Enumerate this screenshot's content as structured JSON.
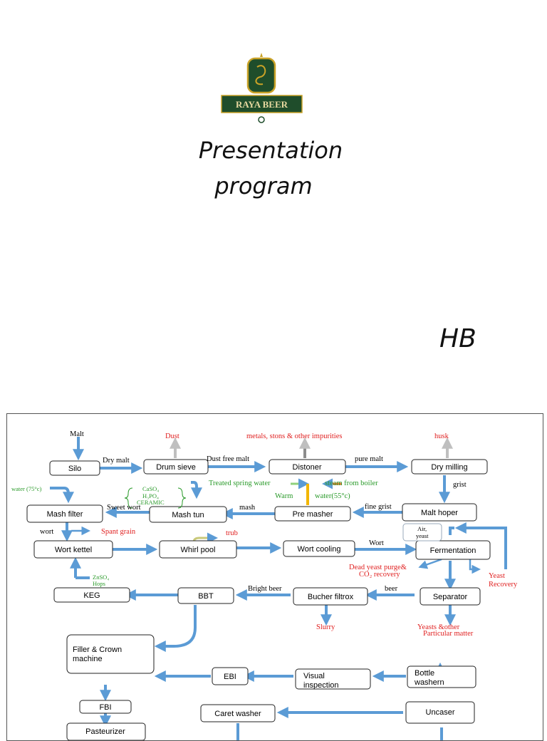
{
  "slide": {
    "logo_text": "RAYA BEER",
    "title_line1": "Presentation",
    "title_line2": "program",
    "author": "HB"
  },
  "colors": {
    "arrow": "#5b9bd5",
    "grey_arrow": "#bfbfbf",
    "red_text": "#e02020",
    "green_text": "#2a9a2a",
    "logo_green": "#1f4d2b",
    "logo_gold": "#c9a227"
  },
  "diagram": {
    "nodes": {
      "silo": "Silo",
      "drum_sieve": "Drum sieve",
      "distoner": "Distoner",
      "dry_milling": "Dry milling",
      "mash_filter": "Mash filter",
      "mash_tun": "Mash tun",
      "pre_masher": "Pre masher",
      "malt_hoper": "Malt hoper",
      "wort_kettel": "Wort kettel",
      "whirl_pool": "Whirl pool",
      "wort_cooling": "Wort cooling",
      "fermentation": "Fermentation",
      "keg": "KEG",
      "bbt": "BBT",
      "bucher_filtrox": "Bucher filtrox",
      "separator": "Separator",
      "filler_1": "Filler & Crown",
      "filler_2": "machine",
      "ebi": "EBI",
      "visual_1": "Visual",
      "visual_2": "inspection",
      "bottle_1": "Bottle",
      "bottle_2": "washern",
      "fbi": "FBI",
      "caret_washer": "Caret washer",
      "uncaser": "Uncaser",
      "pasteurizer": "Pasteurizer"
    },
    "labels": {
      "malt": "Malt",
      "dry_malt": "Dry malt",
      "dust_free_malt": "Dust free malt",
      "pure_malt": "pure malt",
      "grist": "grist",
      "fine_grist": "fine grist",
      "mash": "mash",
      "sweet_wort": "Sweet wort",
      "wort_lower": "wort",
      "wort_upper": "Wort",
      "bright_beer": "Bright beer",
      "beer": "beer",
      "warm": "Warm",
      "water_55": "water(55°c)",
      "air": "Air,",
      "yeast": "yeast"
    },
    "red_labels": {
      "dust": "Dust",
      "impurities": "metals, stons & other impurities",
      "husk": "husk",
      "spant_grain": "Spant grain",
      "trub": "trub",
      "dead_yeast_1": "Dead yeast purge&",
      "dead_yeast_2": "CO₂ recovery",
      "yeast_1": "Yeast",
      "yeast_2": "Recovery",
      "slurry": "Slurry",
      "yeasts_1": "Yeasts &other",
      "yeasts_2": "Particular matter"
    },
    "green_labels": {
      "water_75": "water (75°c)",
      "treated_water": "Treated spring water",
      "steam": "steam from boiler",
      "caso4": "CaSO₄",
      "h3po4": "H₃PO₄",
      "ceramic": "CERAMIC",
      "znso4": "ZnSO₄",
      "hops": "Hops"
    }
  }
}
